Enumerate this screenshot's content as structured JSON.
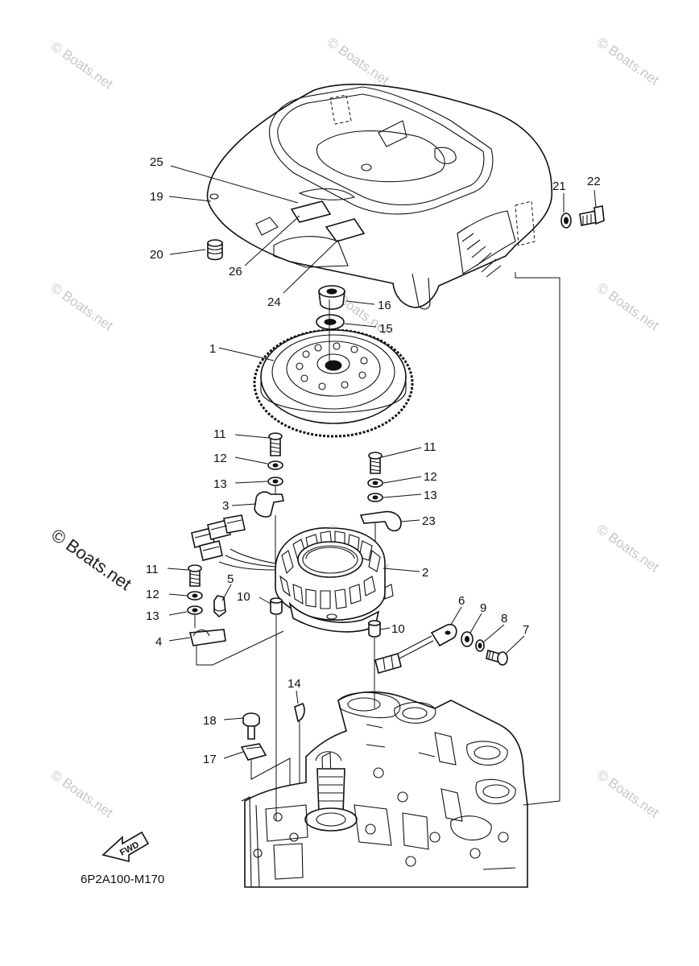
{
  "diagram_code": "6P2A100-M170",
  "watermark": "© Boats.net",
  "fwd_label": "FWD",
  "callouts": {
    "c1": "1",
    "c2": "2",
    "c3": "3",
    "c4": "4",
    "c5": "5",
    "c6": "6",
    "c7": "7",
    "c8": "8",
    "c9": "9",
    "c10a": "10",
    "c10b": "10",
    "c11a": "11",
    "c11b": "11",
    "c11c": "11",
    "c12a": "12",
    "c12b": "12",
    "c12c": "12",
    "c13a": "13",
    "c13b": "13",
    "c13c": "13",
    "c14": "14",
    "c15": "15",
    "c16": "16",
    "c17": "17",
    "c18": "18",
    "c19": "19",
    "c20": "20",
    "c21": "21",
    "c22": "22",
    "c23": "23",
    "c24": "24",
    "c25": "25",
    "c26": "26"
  }
}
